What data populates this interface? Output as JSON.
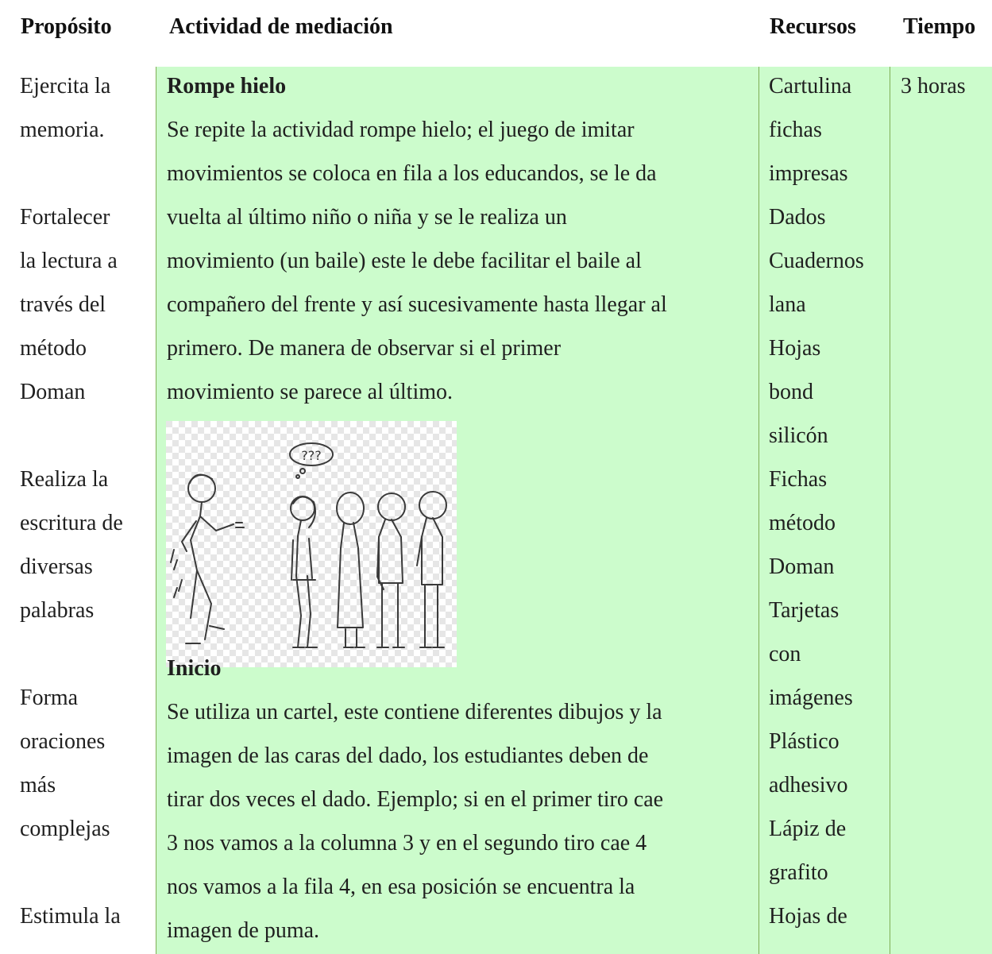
{
  "headers": {
    "proposito": "Propósito",
    "actividad": "Actividad de mediación",
    "recursos": "Recursos",
    "tiempo": "Tiempo"
  },
  "proposito_lines": [
    "Ejercita la",
    "memoria.",
    "",
    "Fortalecer",
    "la lectura a",
    "través del",
    "método",
    "Doman",
    "",
    "Realiza la",
    "escritura de",
    "diversas",
    "palabras",
    "",
    "Forma",
    "oraciones",
    "más",
    "complejas",
    "",
    "Estimula la"
  ],
  "actividad": {
    "section1_title": "Rompe hielo",
    "section1_lines": [
      "Se repite la actividad rompe hielo; el juego de imitar",
      "movimientos se coloca en fila a los educandos, se le da",
      "vuelta al último niño o niña y se le realiza un",
      "movimiento (un baile) este le debe facilitar el baile al",
      "compañero del frente y así sucesivamente hasta llegar al",
      "primero. De manera de observar si el primer",
      "movimiento se parece al último."
    ],
    "thought_bubble": "???",
    "section2_title": "Inicio",
    "section2_lines": [
      "Se utiliza un cartel, este contiene diferentes dibujos y la",
      "imagen de las caras del dado, los estudiantes deben de",
      "tirar dos veces el dado. Ejemplo; si en el primer tiro cae",
      "3 nos vamos a la columna 3 y en el segundo tiro cae 4",
      "nos vamos a la fila 4, en esa posición se encuentra la",
      "imagen de puma."
    ]
  },
  "recursos_lines": [
    "Cartulina",
    "fichas",
    "impresas",
    "Dados",
    "Cuadernos",
    "lana",
    "Hojas",
    "bond",
    "silicón",
    "Fichas",
    "método",
    "Doman",
    "Tarjetas",
    "con",
    "imágenes",
    "Plástico",
    "adhesivo",
    "Lápiz de",
    "grafito",
    "Hojas de"
  ],
  "tiempo": "3 horas",
  "colors": {
    "cell_fill": "#ccfccc",
    "border": "#7fae55"
  }
}
